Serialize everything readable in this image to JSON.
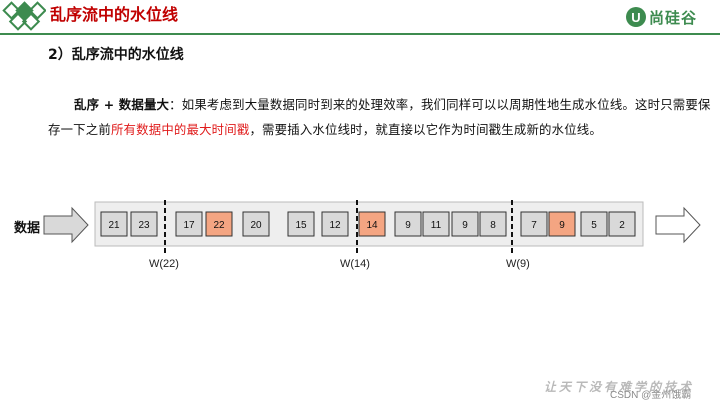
{
  "header": {
    "title": "乱序流中的水位线",
    "brand": "尚硅谷",
    "brand_icon": "U",
    "accent_color": "#c00000",
    "brand_color": "#3d8b4f"
  },
  "subtitle": "2）乱序流中的水位线",
  "paragraph": {
    "term": "乱序 + 数据量大",
    "part1": "：如果考虑到大量数据同时到来的处理效率，我们同样可以以周期性地生成水位线。这时只需要保存一下之前",
    "highlight": "所有数据中的最大时间戳",
    "part2": "，需要插入水位线时，就直接以它作为时间戳生成新的水位线。",
    "highlight_color": "#e01b1b"
  },
  "diagram": {
    "input_label": "数据",
    "items": [
      {
        "value": "21",
        "highlight": false
      },
      {
        "value": "23",
        "highlight": false
      },
      {
        "value": "17",
        "highlight": false
      },
      {
        "value": "22",
        "highlight": true
      },
      {
        "value": "20",
        "highlight": false
      },
      {
        "value": "15",
        "highlight": false
      },
      {
        "value": "12",
        "highlight": false
      },
      {
        "value": "14",
        "highlight": true
      },
      {
        "value": "9",
        "highlight": false
      },
      {
        "value": "11",
        "highlight": false
      },
      {
        "value": "9",
        "highlight": false
      },
      {
        "value": "8",
        "highlight": false
      },
      {
        "value": "7",
        "highlight": false
      },
      {
        "value": "9",
        "highlight": true
      },
      {
        "value": "5",
        "highlight": false
      },
      {
        "value": "2",
        "highlight": false
      }
    ],
    "watermarks": [
      {
        "label": "W(22)"
      },
      {
        "label": "W(14)"
      },
      {
        "label": "W(9)"
      }
    ],
    "box_color": "#d9d9d9",
    "highlight_color": "#f4a582",
    "stream_color": "#eeeeee"
  },
  "footer": {
    "watermark": "让天下没有难学的技术",
    "csdn": "CSDN @金州饿霸"
  }
}
